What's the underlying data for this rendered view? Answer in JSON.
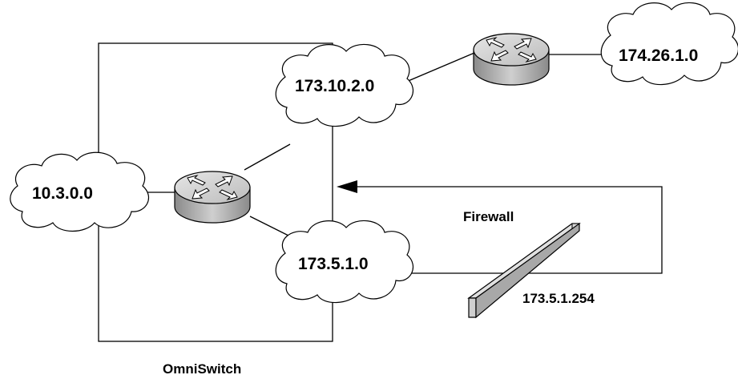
{
  "networks": {
    "net_10": "10.3.0.0",
    "net_173_10": "173.10.2.0",
    "net_173_5": "173.5.1.0",
    "net_174": "174.26.1.0"
  },
  "labels": {
    "switch": "OmniSwitch",
    "firewall": "Firewall",
    "firewall_ip": "173.5.1.254"
  },
  "icons": {
    "router": "router-icon",
    "firewall": "firewall-icon",
    "cloud": "network-cloud-icon"
  }
}
